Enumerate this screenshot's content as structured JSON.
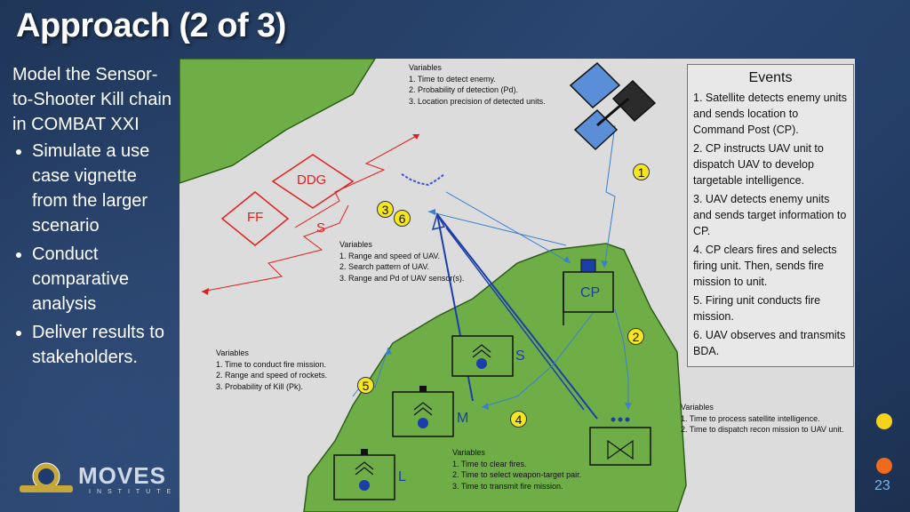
{
  "slide": {
    "title": "Approach (2 of 3)",
    "intro": "Model the Sensor-to-Shooter Kill chain in COMBAT XXI",
    "bullets": [
      "Simulate a use case vignette from the larger scenario",
      "Conduct comparative analysis",
      "Deliver results to stakeholders."
    ],
    "page_number": "23",
    "logo_text": "MOVES",
    "logo_subtext": "INSTITUTE"
  },
  "variables": {
    "satellite": {
      "heading": "Variables",
      "items": [
        "1. Time to detect enemy.",
        "2. Probability of detection (Pd).",
        "3. Location precision of detected units."
      ]
    },
    "uav": {
      "heading": "Variables",
      "items": [
        "1. Range and speed of UAV.",
        "2. Search pattern of UAV.",
        "3. Range and Pd of UAV sensor(s)."
      ]
    },
    "fires": {
      "heading": "Variables",
      "items": [
        "1. Time to conduct fire mission.",
        "2. Range and speed of rockets.",
        "3. Probability of Kill (Pk)."
      ]
    },
    "cp": {
      "heading": "Variables",
      "items": [
        "1. Time to clear fires.",
        "2. Time to select weapon-target pair.",
        "3. Time to transmit fire mission."
      ]
    },
    "intel": {
      "heading": "Variables",
      "items": [
        "1. Time to process satellite intelligence.",
        "2. Time to dispatch recon mission to UAV unit."
      ]
    }
  },
  "events": {
    "heading": "Events",
    "items": [
      "1. Satellite detects enemy units and sends location to Command Post (CP).",
      "2. CP instructs UAV unit to dispatch UAV to develop targetable intelligence.",
      "3. UAV detects enemy units and sends target information to CP.",
      "4. CP clears fires and selects firing unit. Then, sends fire mission to unit.",
      "5. Firing unit conducts fire mission.",
      "6. UAV observes and transmits BDA."
    ]
  },
  "map_labels": {
    "ddg": "DDG",
    "ff": "FF",
    "s_red": "S",
    "cp": "CP",
    "s_unit": "S",
    "m_unit": "M",
    "l_unit": "L"
  },
  "badges": [
    "1",
    "2",
    "3",
    "4",
    "5",
    "6"
  ],
  "colors": {
    "background": "#20375a",
    "land": "#6fae47",
    "water": "#dcdcdc",
    "enemy_red": "#e02020",
    "friendly_blue": "#1c3ea8",
    "badge_yellow": "#f5e61e",
    "dot_yellow": "#f5d31b",
    "dot_orange": "#f06a1e"
  },
  "icons": [
    "satellite-icon",
    "uav-icon",
    "cp-unit-icon",
    "uav-unit-icon",
    "rocket-unit-icon"
  ]
}
